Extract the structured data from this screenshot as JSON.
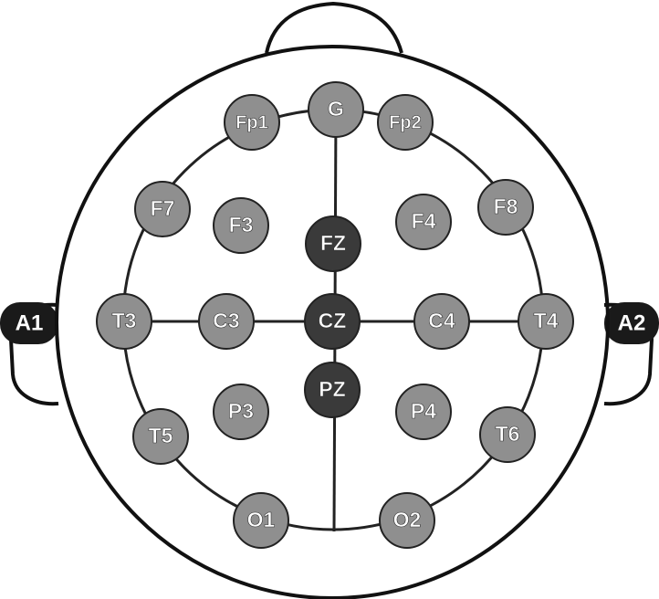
{
  "colors": {
    "outline": "#111111",
    "electrode_light": "#8f8f8f",
    "electrode_dark": "#3a3a3a",
    "ear_ref": "#1a1a1a",
    "label_text": "#ffffff"
  },
  "electrodes": [
    {
      "id": "g",
      "label": "G",
      "tone": "light"
    },
    {
      "id": "fp1",
      "label": "Fp1",
      "tone": "light"
    },
    {
      "id": "fp2",
      "label": "Fp2",
      "tone": "light"
    },
    {
      "id": "f7",
      "label": "F7",
      "tone": "light"
    },
    {
      "id": "f3",
      "label": "F3",
      "tone": "light"
    },
    {
      "id": "fz",
      "label": "FZ",
      "tone": "dark"
    },
    {
      "id": "f4",
      "label": "F4",
      "tone": "light"
    },
    {
      "id": "f8",
      "label": "F8",
      "tone": "light"
    },
    {
      "id": "t3",
      "label": "T3",
      "tone": "light"
    },
    {
      "id": "c3",
      "label": "C3",
      "tone": "light"
    },
    {
      "id": "cz",
      "label": "CZ",
      "tone": "dark"
    },
    {
      "id": "c4",
      "label": "C4",
      "tone": "light"
    },
    {
      "id": "t4",
      "label": "T4",
      "tone": "light"
    },
    {
      "id": "p3",
      "label": "P3",
      "tone": "light"
    },
    {
      "id": "pz",
      "label": "PZ",
      "tone": "dark"
    },
    {
      "id": "p4",
      "label": "P4",
      "tone": "light"
    },
    {
      "id": "t5",
      "label": "T5",
      "tone": "light"
    },
    {
      "id": "t6",
      "label": "T6",
      "tone": "light"
    },
    {
      "id": "o1",
      "label": "O1",
      "tone": "light"
    },
    {
      "id": "o2",
      "label": "O2",
      "tone": "light"
    }
  ],
  "ears": {
    "left": {
      "label": "A1"
    },
    "right": {
      "label": "A2"
    }
  }
}
